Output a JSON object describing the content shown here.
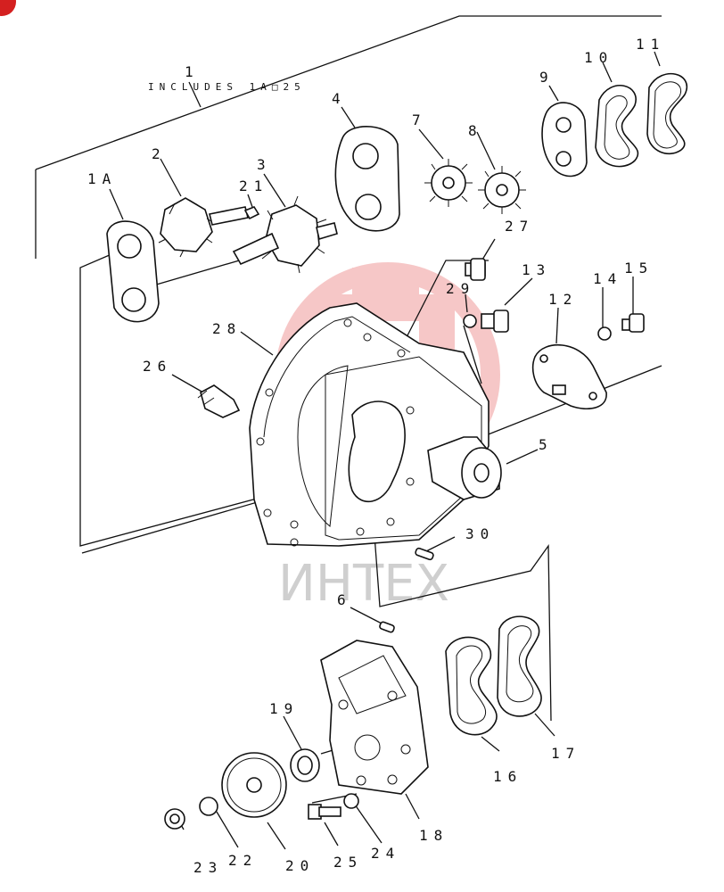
{
  "diagram": {
    "note": "INCLUDES 1A□25",
    "watermark": "ИНТЕХ",
    "callouts": {
      "p1": "1",
      "p1a": "1A",
      "p2": "2",
      "p3": "3",
      "p4": "4",
      "p5": "5",
      "p6": "6",
      "p7": "7",
      "p8": "8",
      "p9": "9",
      "p10": "10",
      "p11": "11",
      "p12": "12",
      "p13": "13",
      "p14": "14",
      "p15": "15",
      "p16": "16",
      "p17": "17",
      "p18": "18",
      "p19": "19",
      "p20": "20",
      "p21": "21",
      "p22": "22",
      "p23": "23",
      "p24": "24",
      "p25": "25",
      "p26": "26",
      "p27": "27",
      "p28": "28",
      "p29": "29",
      "p30": "30"
    },
    "colors": {
      "line": "#111111",
      "watermark": "#e23a3a",
      "badge": "#d42020"
    }
  }
}
